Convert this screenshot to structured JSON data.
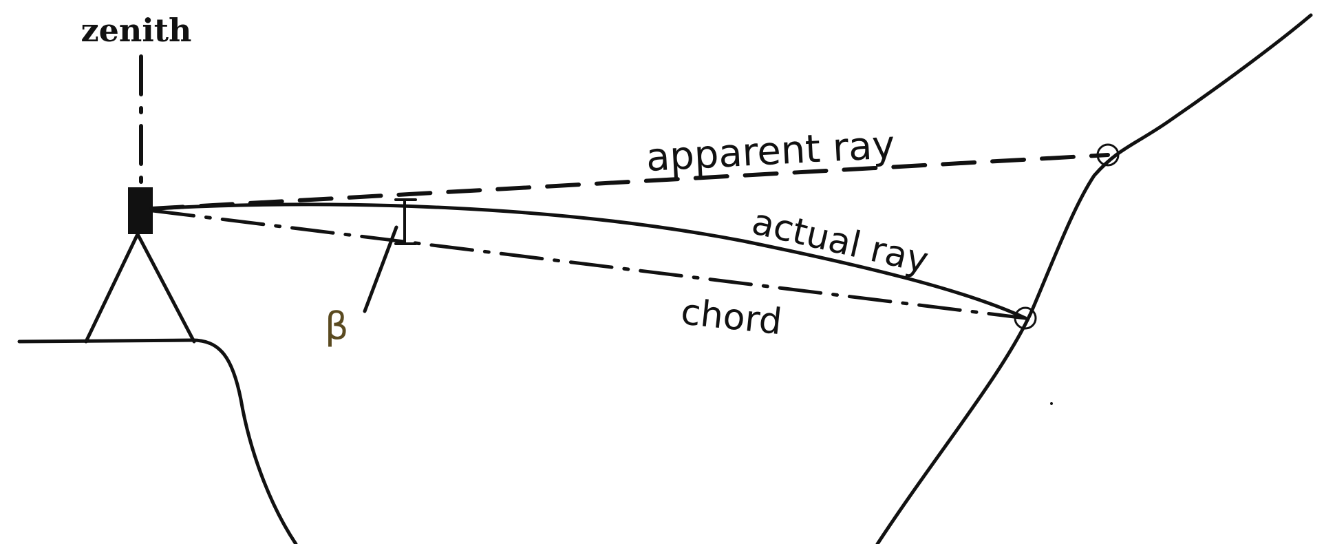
{
  "diagram": {
    "labels": {
      "zenith": "zenith",
      "apparent_ray": "apparent ray",
      "actual_ray": "actual ray",
      "chord": "chord",
      "beta": "β"
    },
    "colors": {
      "line": "#111111",
      "background": "#ffffff",
      "beta": "#5a4a20"
    }
  }
}
